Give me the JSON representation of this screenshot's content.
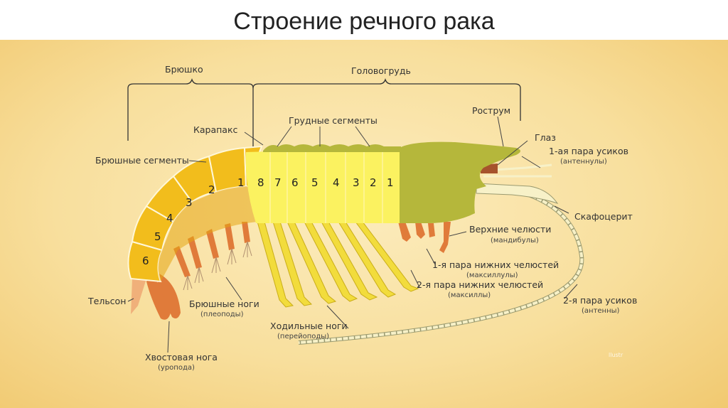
{
  "title": "Строение речного рака",
  "labels": {
    "abdomen": "Брюшко",
    "cephalothorax": "Головогрудь",
    "carapace": "Карапакс",
    "thoracic_segments": "Грудные сегменты",
    "rostrum": "Рострум",
    "eye": "Глаз",
    "antennules": "1-ая пара усиков",
    "antennules_sub": "(антеннулы)",
    "abdominal_segments": "Брюшные сегменты",
    "scaphocerite": "Скафоцерит",
    "mandibles": "Верхние челюсти",
    "mandibles_sub": "(мандибулы)",
    "maxillules": "1-я пара нижних  челюстей",
    "maxillules_sub": "(максиллулы)",
    "maxillae": "2-я пара нижних челюстей",
    "maxillae_sub": "(максиллы)",
    "antennae": "2-я пара усиков",
    "antennae_sub": "(антенны)",
    "telson": "Тельсон",
    "pleopods": "Брюшные ноги",
    "pleopods_sub": "(плеоподы)",
    "walking_legs": "Ходильные ноги",
    "walking_legs_sub": "(перейоподы)",
    "uropod": "Хвостовая нога",
    "uropod_sub": "(уропода)",
    "watermark": "llustr"
  },
  "abdominal_numbers": [
    "1",
    "2",
    "3",
    "4",
    "5",
    "6"
  ],
  "thoracic_numbers": [
    "8",
    "7",
    "6",
    "5",
    "4",
    "3",
    "2",
    "1"
  ],
  "colors": {
    "abdomen": "#f2bd1c",
    "thorax": "#fbf260",
    "carapace": "#b5b73b",
    "legs": "#f2dc3c",
    "appendages": "#e07b3a",
    "antenna": "#f7f1c8"
  }
}
